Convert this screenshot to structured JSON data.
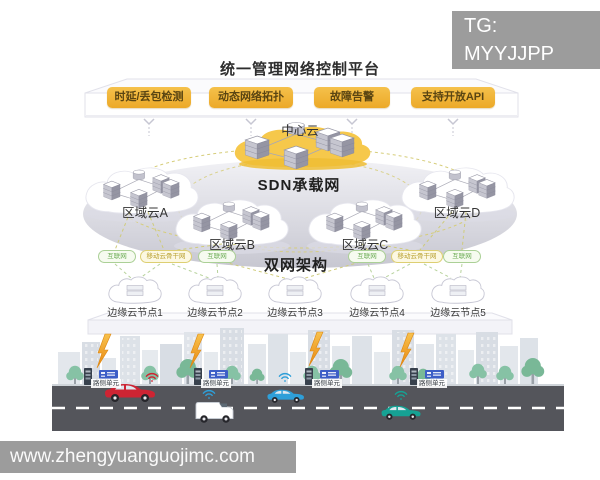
{
  "badge": {
    "text": "TG: MYYJJPP"
  },
  "watermark": {
    "text": "www.zhengyuanguojimc.com"
  },
  "title": {
    "text": "统一管理网络控制平台"
  },
  "platform": {
    "buttons": [
      "时延/丢包检测",
      "动态网络拓扑",
      "故障告警",
      "支持开放API"
    ]
  },
  "network": {
    "center_cloud_label": "中心云",
    "sdn_label": "SDN承载网",
    "dual_label": "双网架构",
    "regional_clouds": [
      "区域云A",
      "区域云B",
      "区域云C",
      "区域云D"
    ],
    "access_pills": [
      {
        "label": "互联网",
        "type": "green"
      },
      {
        "label": "移动云骨干网",
        "type": "yellow"
      },
      {
        "label": "互联网",
        "type": "green"
      },
      {
        "label": "互联网",
        "type": "green"
      },
      {
        "label": "移动云骨干网",
        "type": "yellow"
      },
      {
        "label": "互联网",
        "type": "green"
      }
    ],
    "edge_nodes": [
      "边缘云节点1",
      "边缘云节点2",
      "边缘云节点3",
      "边缘云节点4",
      "边缘云节点5"
    ]
  },
  "street": {
    "rsu_labels": [
      "路侧单元",
      "路侧单元",
      "路侧单元",
      "路侧单元"
    ]
  },
  "colors": {
    "button_yellow": "#EFB02F",
    "cloud_gold": "#F6C84B",
    "pill_green": "#6FAE58",
    "pill_yellow": "#B9A02F",
    "lightning_orange": "#F3A635",
    "badge_gray": "#9C9C9C",
    "road_gray": "#54555B",
    "car_red": "#CE2433",
    "car_blue": "#2E9FD9",
    "car_teal": "#16A294"
  }
}
